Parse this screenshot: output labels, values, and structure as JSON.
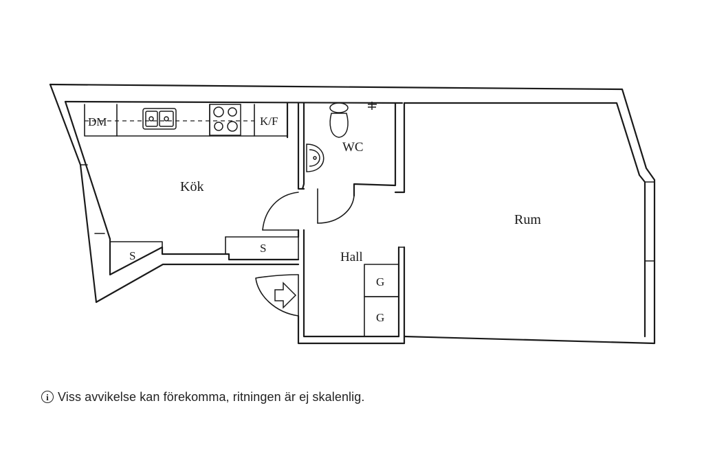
{
  "plan": {
    "rooms": {
      "kitchen": "Kök",
      "wc": "WC",
      "hall": "Hall",
      "room": "Rum"
    },
    "fixtures": {
      "dishwasher": "DM",
      "fridge_freezer": "K/F",
      "storage_kitchen_left": "S",
      "storage_kitchen_right": "S",
      "wardrobe_upper": "G",
      "wardrobe_lower": "G"
    }
  },
  "disclaimer": {
    "icon": "info-icon",
    "text": "Viss avvikelse kan förekomma, ritningen är ej skalenlig."
  }
}
